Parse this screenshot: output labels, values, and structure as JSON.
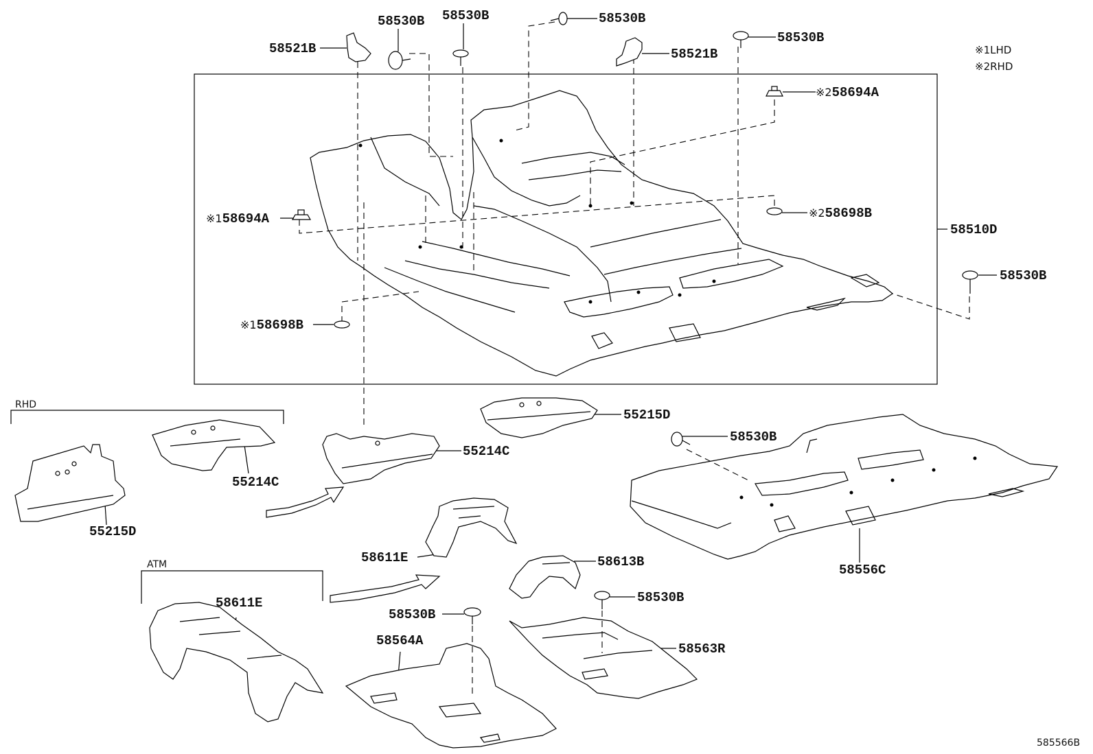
{
  "notes": {
    "lhd": {
      "mark": "※1",
      "text": "LHD"
    },
    "rhd": {
      "mark": "※2",
      "text": "RHD"
    }
  },
  "groups": {
    "rhd": "RHD",
    "atm": "ATM"
  },
  "labels": {
    "clip_a": "58530B",
    "clip_b": "58530B",
    "clip_c": "58530B",
    "clip_d": "58530B",
    "clip_e": "58530B",
    "clip_f": "58530B",
    "clip_g": "58530B",
    "clip_h": "58530B",
    "holder_left": "58521B",
    "holder_right": "58521B",
    "main_carpet": "58510D",
    "nut_rhd": {
      "mark": "※2",
      "code": "58694A"
    },
    "nut_lhd": {
      "mark": "※1",
      "code": "58694A"
    },
    "grommet_rhd": {
      "mark": "※2",
      "code": "58698B"
    },
    "grommet_lhd": {
      "mark": "※1",
      "code": "58698B"
    },
    "pad_rhd_big": "55215D",
    "pad_rhd_small": "55214C",
    "pad_small": "55214C",
    "pad_big": "55215D",
    "tunnel_atm": "58611E",
    "tunnel_upper": "58611E",
    "tunnel_piece": "58613B",
    "front_mat": "58564A",
    "rear_mat": "58563R",
    "rear_carpet": "58556C"
  },
  "ref_number": "585566B"
}
